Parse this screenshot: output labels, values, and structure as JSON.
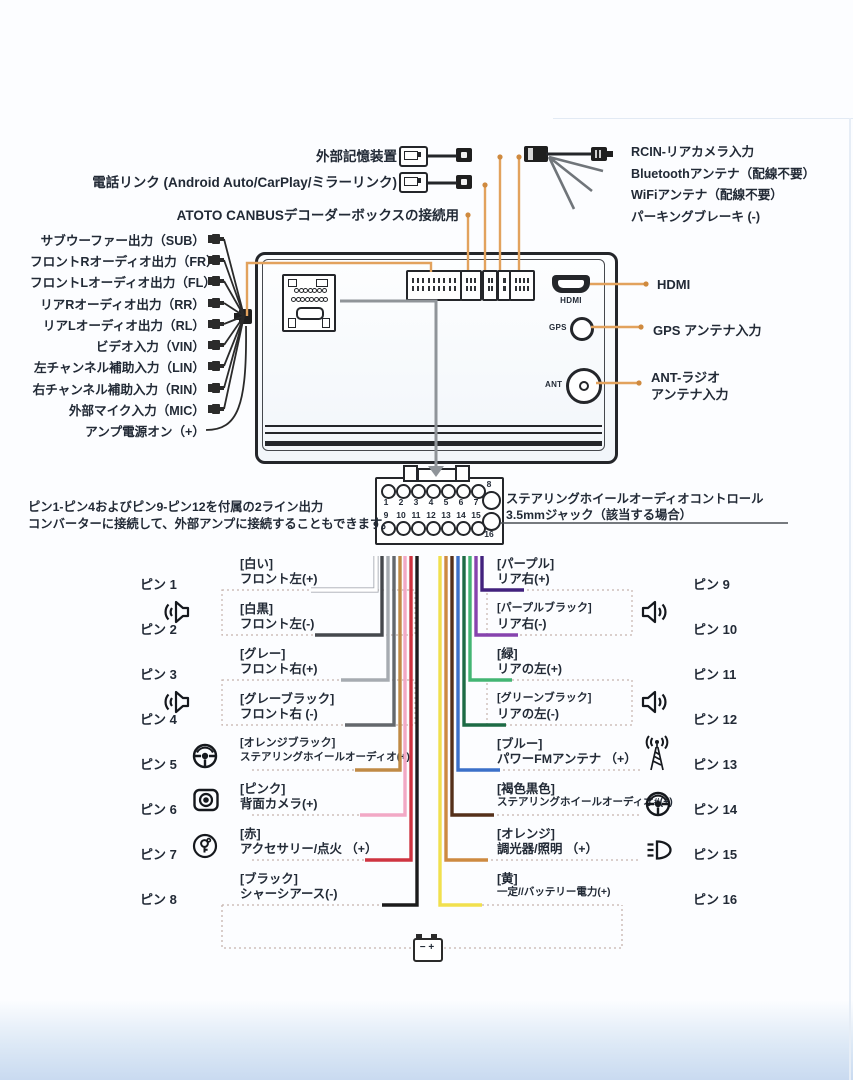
{
  "top_section": {
    "external_storage_label": "外部記憶装置",
    "phone_link_label": "電話リンク (Android Auto/CarPlay/ミラーリンク)",
    "canbus_label": "ATOTO CANBUSデコーダーボックスの接続用",
    "right_callouts": [
      {
        "label": "RCIN-リアカメラ入力"
      },
      {
        "label": "Bluetoothアンテナ（配線不要）"
      },
      {
        "label": "WiFiアンテナ（配線不要）"
      },
      {
        "label": "パーキングブレーキ (-)"
      }
    ]
  },
  "rca_panel": {
    "items": [
      {
        "label": "サブウーファー出力（SUB）",
        "plug": true
      },
      {
        "label": "フロントRオーディオ出力（FR）",
        "plug": true
      },
      {
        "label": "フロントLオーディオ出力（FL）",
        "plug": true
      },
      {
        "label": "リアRオーディオ出力（RR）",
        "plug": true
      },
      {
        "label": "リアLオーディオ出力（RL）",
        "plug": true
      },
      {
        "label": "ビデオ入力（VIN）",
        "plug": true
      },
      {
        "label": "左チャンネル補助入力（LIN）",
        "plug": true
      },
      {
        "label": "右チャンネル補助入力（RIN）",
        "plug": true
      },
      {
        "label": "外部マイク入力（MIC）",
        "plug": true
      },
      {
        "label": "アンプ電源オン（+）",
        "plug": false
      }
    ]
  },
  "device": {
    "hdmi_port_label": "HDMI",
    "gps_port_label": "GPS",
    "ant_port_label": "ANT",
    "callout_hdmi": "HDMI",
    "callout_gps": "GPS アンテナ入力",
    "callout_ant_line1": "ANT-ラジオ",
    "callout_ant_line2": "アンテナ入力"
  },
  "connector": {
    "note_line1": "ピン1-ピン4およびピン9-ピン12を付属の2ライン出力",
    "note_line2": "コンバーターに接続して、外部アンプに接続することもできます。",
    "swc_line1": "ステアリングホイールオーディオコントロール",
    "swc_line2": "3.5mmジャック（該当する場合）",
    "top_numbers": [
      "1",
      "2",
      "3",
      "4",
      "5",
      "6",
      "7"
    ],
    "pin8_number": "8",
    "bottom_numbers": [
      "9",
      "10",
      "11",
      "12",
      "13",
      "14",
      "15"
    ],
    "pin16_number": "16"
  },
  "pins": [
    {
      "id": "ピン 1",
      "color_name": "[白い]",
      "function": "フロント左(+)",
      "wire_color": "#ffffff",
      "icon": null
    },
    {
      "id": "ピン 2",
      "color_name": "[白黒]",
      "function": "フロント左(-)",
      "wire_color": "#45484d",
      "icon": null
    },
    {
      "id": "ピン 3",
      "color_name": "[グレー]",
      "function": "フロント右(+)",
      "wire_color": "#a6abb1",
      "icon": null
    },
    {
      "id": "ピン 4",
      "color_name": "[グレーブラック]",
      "function": "フロント右 (-)",
      "wire_color": "#63676c",
      "icon": null
    },
    {
      "id": "ピン 5",
      "color_name": "[オレンジブラック]",
      "function": "ステアリングホイールオーディオ(+)",
      "wire_color": "#c08a45",
      "icon": "steering-wheel"
    },
    {
      "id": "ピン 6",
      "color_name": "[ピンク]",
      "function": "背面カメラ(+)",
      "wire_color": "#f2a8c5",
      "icon": "rear-camera"
    },
    {
      "id": "ピン 7",
      "color_name": "[赤]",
      "function": "アクセサリー/点火 （+）",
      "wire_color": "#cf3440",
      "icon": "ignition-key"
    },
    {
      "id": "ピン 8",
      "color_name": "[ブラック]",
      "function": "シャーシアース(-)",
      "wire_color": "#1b1b1b",
      "icon": null
    },
    {
      "id": "ピン 9",
      "color_name": "[パープル]",
      "function": "リア右(+)",
      "wire_color": "#41217d",
      "icon": null
    },
    {
      "id": "ピン 10",
      "color_name": "[パープルブラック]",
      "function": "リア右(-)",
      "wire_color": "#8643ae",
      "icon": null
    },
    {
      "id": "ピン 11",
      "color_name": "[緑]",
      "function": "リアの左(+)",
      "wire_color": "#43b573",
      "icon": null
    },
    {
      "id": "ピン 12",
      "color_name": "[グリーンブラック]",
      "function": "リアの左(-)",
      "wire_color": "#1d6b45",
      "icon": null
    },
    {
      "id": "ピン 13",
      "color_name": "[ブルー]",
      "function": "パワーFMアンテナ （+）",
      "wire_color": "#3b70c9",
      "icon": "fm-antenna"
    },
    {
      "id": "ピン 14",
      "color_name": "[褐色黒色]",
      "function": "ステアリングホイールオーディオ#(+)",
      "wire_color": "#55301a",
      "icon": "steering-wheel"
    },
    {
      "id": "ピン 15",
      "color_name": "[オレンジ]",
      "function": "調光器/照明 （+）",
      "wire_color": "#cd8a40",
      "icon": "headlight"
    },
    {
      "id": "ピン 16",
      "color_name": "[黄]",
      "function": "一定//バッテリー電力(+)",
      "wire_color": "#f1e04e",
      "icon": null
    }
  ],
  "pairs": [
    {
      "rows": [
        0,
        1
      ],
      "icon": "speaker"
    },
    {
      "rows": [
        2,
        3
      ],
      "icon": "speaker"
    },
    {
      "rows": [
        8,
        9
      ],
      "icon": "speaker"
    },
    {
      "rows": [
        10,
        11
      ],
      "icon": "speaker"
    }
  ],
  "battery": {
    "terminals": "−  +"
  },
  "colors": {
    "accent_orange": "#e2a25d",
    "accent_orange_dot": "#cf8a3f",
    "line_gray": "#8f9499",
    "outline_dark": "#24262a",
    "dotted": "#c6b4ae"
  }
}
